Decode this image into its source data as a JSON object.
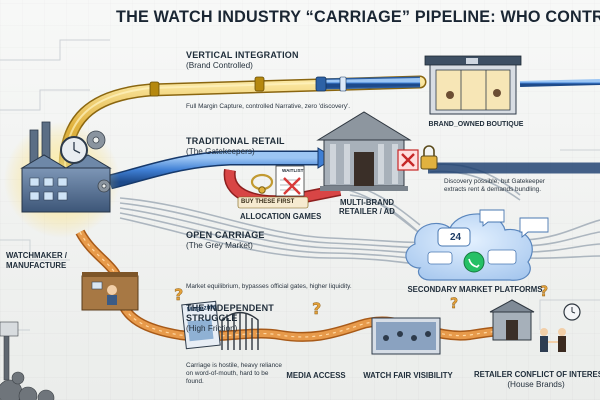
{
  "title": "THE WATCH INDUSTRY “CARRIAGE” PIPELINE: WHO CONTROLS THE GATES",
  "routes": {
    "vertical": {
      "heading": "VERTICAL INTEGRATION",
      "sub": "(Brand Controlled)",
      "note": "Full Margin Capture, controlled Narrative, zero 'discovery'.",
      "endpoint": "BRAND_OWNED BOUTIQUE"
    },
    "traditional": {
      "heading": "TRADITIONAL RETAIL",
      "sub": "(The Gatekeepers)",
      "endpoint_line1": "MULTI-BRAND",
      "endpoint_line2": "RETAILER / AD",
      "note": "Discovery possible, but Gatekeeper extracts rent & demands bundling.",
      "allocation_label": "ALLOCATION GAMES",
      "buy_first": "BUY THESE FIRST",
      "waitlist": "WAITLIST"
    },
    "open": {
      "heading": "OPEN CARRIAGE",
      "sub": "(The Grey Market)",
      "note": "Market equilibrium, bypasses official gates, higher liquidity.",
      "endpoint": "SECONDARY MARKET PLATFORMS",
      "badge": "24"
    },
    "independent": {
      "heading": "THE INDEPENDENT",
      "heading2": "STRUGGLE",
      "sub": "(High Friction)",
      "note": "Carriage is hostile, heavy reliance on word-of-mouth, hard to be found.",
      "magazine": "Magazine",
      "stops": {
        "media": "MEDIA ACCESS",
        "fair": "WATCH FAIR VISIBILITY",
        "conflict_line1": "RETAILER CONFLICT OF INTEREST",
        "conflict_line2": "(House Brands)"
      }
    }
  },
  "source": {
    "line1": "WATCHMAKER /",
    "line2": "MANUFACTURE"
  },
  "colors": {
    "gold_pipe": "#e1b23f",
    "blue_pipe": "#3f7fd4",
    "red_pipe": "#d84545",
    "grey_cable": "#a9b3bd",
    "orange_path": "#d9893b",
    "building": "#4f6c92"
  },
  "icons": [
    "gear-icon",
    "lock-icon",
    "x-mark-icon",
    "question-icon",
    "magazine-icon",
    "chat-bubble-icon",
    "whatsapp-icon",
    "watch-icon",
    "handshake-icon"
  ]
}
